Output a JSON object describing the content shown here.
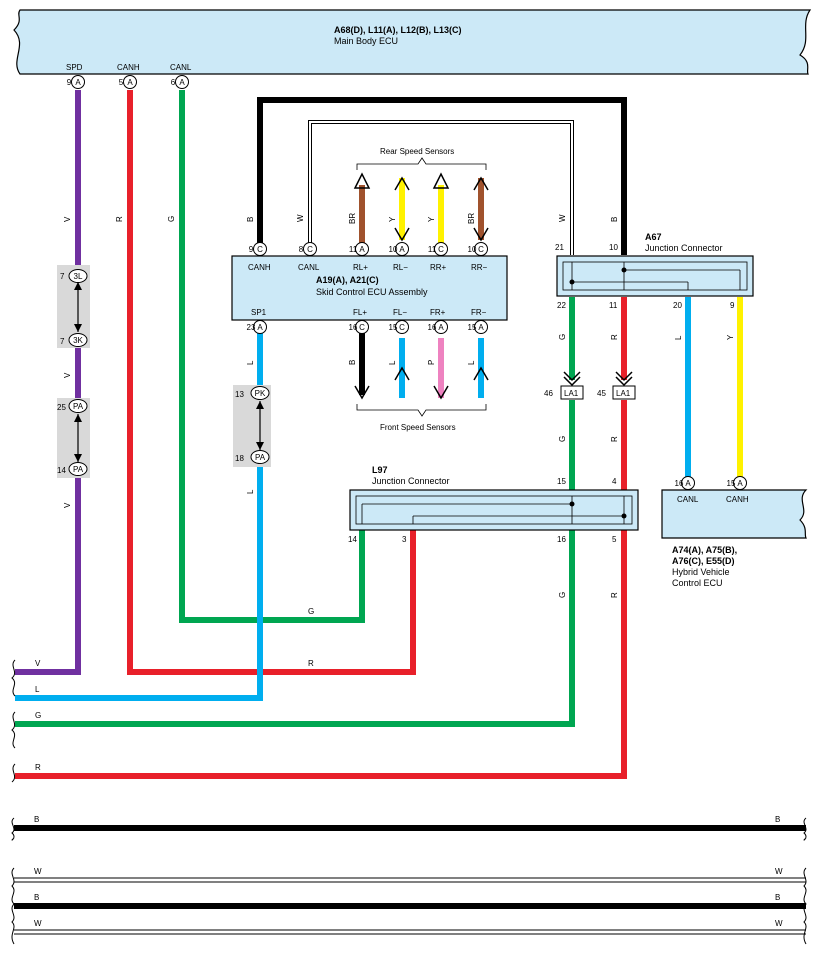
{
  "colors": {
    "violet": "#7030a0",
    "red": "#e8202a",
    "green": "#00a651",
    "black": "#000000",
    "white": "#ffffff",
    "blue": "#00aeef",
    "yellow": "#fff200",
    "brown": "#a0522d",
    "pink": "#ee82c0",
    "box_fill": "#cce9f7"
  },
  "main_body_ecu": {
    "code": "A68(D), L11(A), L12(B), L13(C)",
    "name": "Main Body ECU",
    "terminals": [
      {
        "num": "9",
        "conn": "A",
        "signal": "SPD",
        "wire": "V"
      },
      {
        "num": "5",
        "conn": "A",
        "signal": "CANH",
        "wire": "R"
      },
      {
        "num": "6",
        "conn": "A",
        "signal": "CANL",
        "wire": "G"
      }
    ]
  },
  "skid_ecu": {
    "code": "A19(A), A21(C)",
    "name": "Skid Control ECU Assembly",
    "top_terminals": [
      {
        "num": "9",
        "conn": "C",
        "signal": "CANH",
        "wire": "B"
      },
      {
        "num": "8",
        "conn": "C",
        "signal": "CANL",
        "wire": "W"
      },
      {
        "num": "11",
        "conn": "A",
        "signal": "RL+",
        "wire": "BR"
      },
      {
        "num": "10",
        "conn": "A",
        "signal": "RL−",
        "wire": "Y"
      },
      {
        "num": "11",
        "conn": "C",
        "signal": "RR+",
        "wire": "Y"
      },
      {
        "num": "10",
        "conn": "C",
        "signal": "RR−",
        "wire": "BR"
      }
    ],
    "bottom_terminals": [
      {
        "num": "23",
        "conn": "A",
        "signal": "SP1",
        "wire": "L"
      },
      {
        "num": "16",
        "conn": "C",
        "signal": "FL+",
        "wire": "B"
      },
      {
        "num": "15",
        "conn": "C",
        "signal": "FL−",
        "wire": "L"
      },
      {
        "num": "16",
        "conn": "A",
        "signal": "FR+",
        "wire": "P"
      },
      {
        "num": "15",
        "conn": "A",
        "signal": "FR−",
        "wire": "L"
      }
    ],
    "rear_sensors": "Rear Speed Sensors",
    "front_sensors": "Front Speed Sensors"
  },
  "a67": {
    "code": "A67",
    "name": "Junction Connector",
    "top": [
      {
        "num": "21",
        "wire": "W"
      },
      {
        "num": "10",
        "wire": "B"
      }
    ],
    "bottom": [
      {
        "num": "22",
        "wire": "G"
      },
      {
        "num": "11",
        "wire": "R"
      },
      {
        "num": "20",
        "wire": "L"
      },
      {
        "num": "9",
        "wire": "Y"
      }
    ]
  },
  "la1": [
    {
      "num": "46",
      "label": "LA1",
      "wire": "G"
    },
    {
      "num": "45",
      "label": "LA1",
      "wire": "R"
    }
  ],
  "l97": {
    "code": "L97",
    "name": "Junction Connector",
    "top": [
      {
        "num": "15"
      },
      {
        "num": "4"
      }
    ],
    "bottom": [
      {
        "num": "14"
      },
      {
        "num": "3"
      },
      {
        "num": "16"
      },
      {
        "num": "5"
      }
    ]
  },
  "hybrid_ecu": {
    "code": "A74(A), A75(B),\nA76(C), E55(D)",
    "code_line1": "A74(A), A75(B),",
    "code_line2": "A76(C), E55(D)",
    "name_line1": "Hybrid Vehicle",
    "name_line2": "Control ECU",
    "terminals": [
      {
        "num": "16",
        "conn": "A",
        "signal": "CANL"
      },
      {
        "num": "15",
        "conn": "A",
        "signal": "CANH"
      }
    ]
  },
  "inline_connectors": [
    {
      "num": "7",
      "label": "3L"
    },
    {
      "num": "7",
      "label": "3K"
    },
    {
      "num": "25",
      "label": "PA"
    },
    {
      "num": "14",
      "label": "PA"
    },
    {
      "num": "13",
      "label": "PK"
    },
    {
      "num": "18",
      "label": "PA"
    }
  ],
  "wire_labels": {
    "V": "V",
    "R": "R",
    "G": "G",
    "L": "L",
    "B": "B",
    "W": "W",
    "Y": "Y",
    "BR": "BR",
    "P": "P"
  },
  "bottom_wires": [
    {
      "label": "V"
    },
    {
      "label": "L"
    },
    {
      "label": "G"
    },
    {
      "label": "R"
    }
  ],
  "bus_lines": [
    {
      "left": "B",
      "right": "B"
    },
    {
      "left": "W",
      "right": "W"
    },
    {
      "left": "B",
      "right": "B"
    },
    {
      "left": "W",
      "right": "W"
    }
  ]
}
